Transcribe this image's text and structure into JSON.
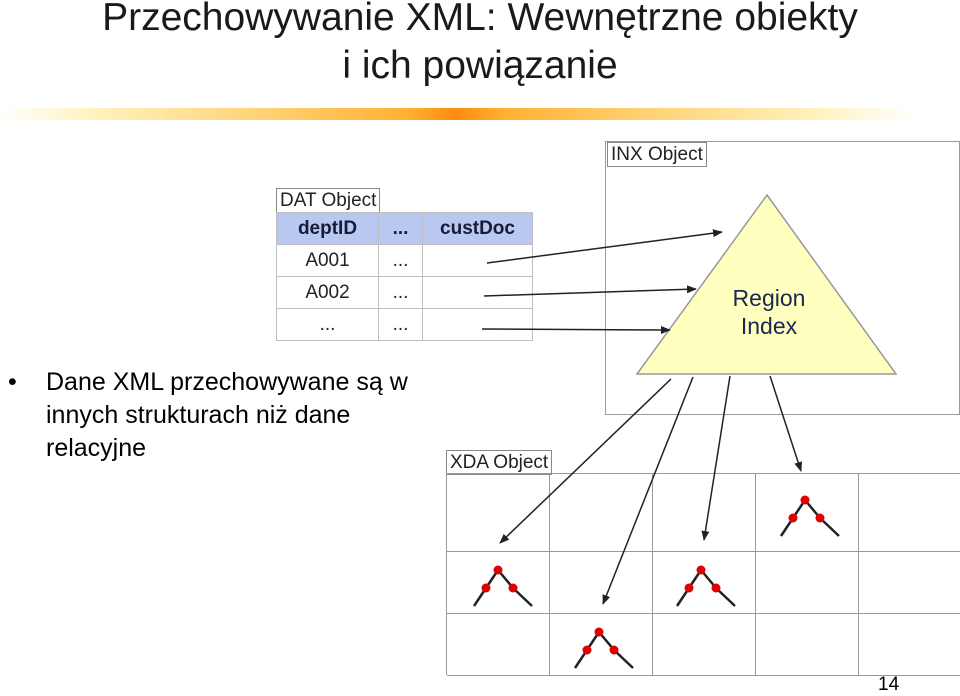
{
  "slide": {
    "title_line1": "Przechowywanie XML: Wewnętrzne obiekty",
    "title_line2": "i ich powiązanie",
    "bullet_text": "Dane XML przechowywane są w innych strukturach niż dane relacyjne",
    "page_number": "14"
  },
  "dat_object": {
    "label": "DAT Object",
    "headers": [
      "deptID",
      "...",
      "custDoc"
    ],
    "rows": [
      [
        "A001",
        "...",
        ""
      ],
      [
        "A002",
        "...",
        ""
      ],
      [
        "...",
        "...",
        ""
      ]
    ]
  },
  "inx_object": {
    "label": "INX Object",
    "region_line1": "Region",
    "region_line2": "Index"
  },
  "xda_object": {
    "label": "XDA Object"
  },
  "colors": {
    "triangle_fill": "#ffffc0",
    "node_red": "#e00000",
    "header_blue": "#b8c8f0"
  }
}
